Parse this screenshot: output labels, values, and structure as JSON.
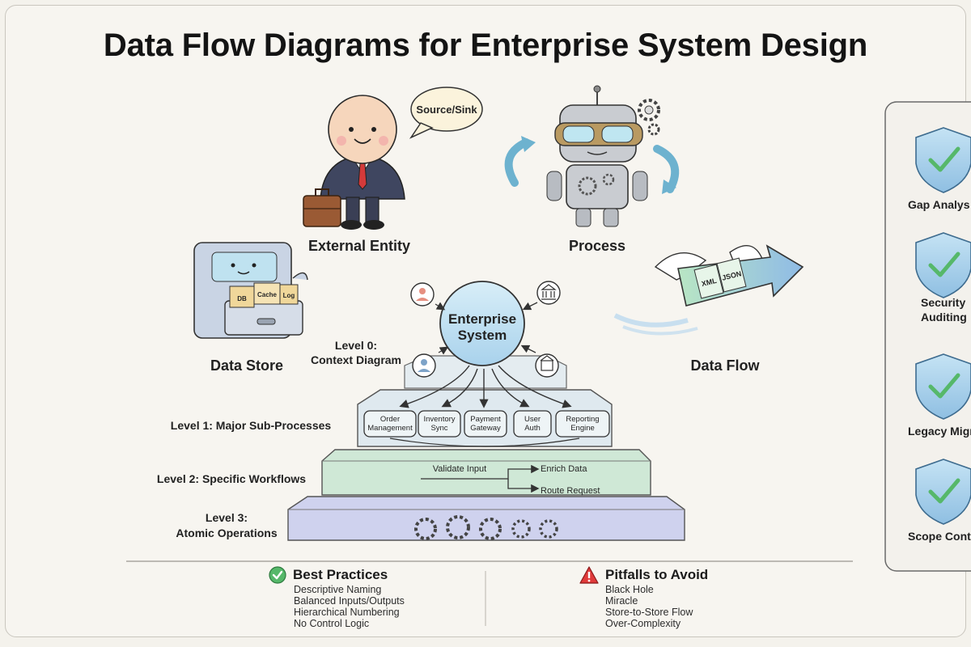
{
  "title": "Data Flow Diagrams for Enterprise System Design",
  "symbols": {
    "external_entity": {
      "label": "External Entity",
      "bubble": "Source/Sink"
    },
    "process": {
      "label": "Process"
    },
    "data_store": {
      "label": "Data Store",
      "folders": [
        "DB",
        "Cache",
        "Log"
      ]
    },
    "data_flow": {
      "label": "Data Flow",
      "documents": [
        "XML",
        "JSON"
      ]
    }
  },
  "pyramid": {
    "center": [
      "Enterprise",
      "System"
    ],
    "level0": [
      "Level 0:",
      "Context Diagram"
    ],
    "level1": {
      "label": "Level 1: Major Sub-Processes",
      "processes": [
        [
          "Order",
          "Management"
        ],
        [
          "Inventory",
          "Sync"
        ],
        [
          "Payment",
          "Gateway"
        ],
        [
          "User",
          "Auth"
        ],
        [
          "Reporting",
          "Engine"
        ]
      ]
    },
    "level2": {
      "label": "Level 2: Specific Workflows",
      "steps": [
        "Validate Input",
        "Enrich Data",
        "Route Request"
      ]
    },
    "level3": {
      "label": [
        "Level 3:",
        "Atomic Operations"
      ]
    }
  },
  "sidebar": {
    "items": [
      "Gap Analysis",
      "Security Auditing",
      "Legacy Migration",
      "Scope Control"
    ],
    "items_visible": [
      "Gap Analys",
      [
        "Security",
        "Auditing"
      ],
      "Legacy Migra",
      "Scope Cont"
    ]
  },
  "best_practices": {
    "heading": "Best Practices",
    "items": [
      "Descriptive Naming",
      "Balanced Inputs/Outputs",
      "Hierarchical Numbering",
      "No Control Logic"
    ]
  },
  "pitfalls": {
    "heading": "Pitfalls to Avoid",
    "items": [
      "Black Hole",
      "Miracle",
      "Store-to-Store Flow",
      "Over-Complexity"
    ]
  },
  "colors": {
    "green": "#56b86a",
    "blue": "#6ea8d8",
    "warning": "#e03a3a",
    "level1_fill": "#dfe9ef",
    "level2_fill": "#cfe8d6",
    "level3_fill": "#cfd2ee"
  }
}
